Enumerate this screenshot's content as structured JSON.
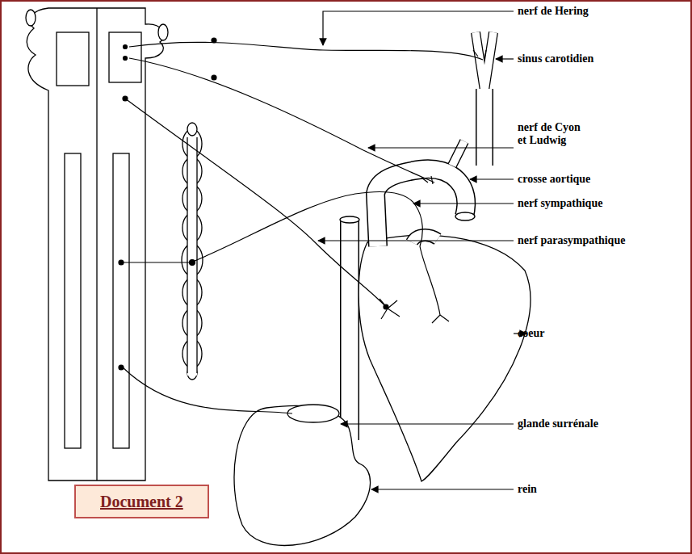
{
  "diagram": {
    "nodes": [
      {
        "text": [
          "Document 2"
        ]
      }
    ],
    "labels": [
      "nerf de Hering",
      "sinus carotidien",
      "nerf de Cyon et Ludwig",
      "crosse aortique",
      "nerf sympathique",
      "nerf parasympathique",
      "coeur",
      "glande surrénale",
      "rein"
    ]
  }
}
